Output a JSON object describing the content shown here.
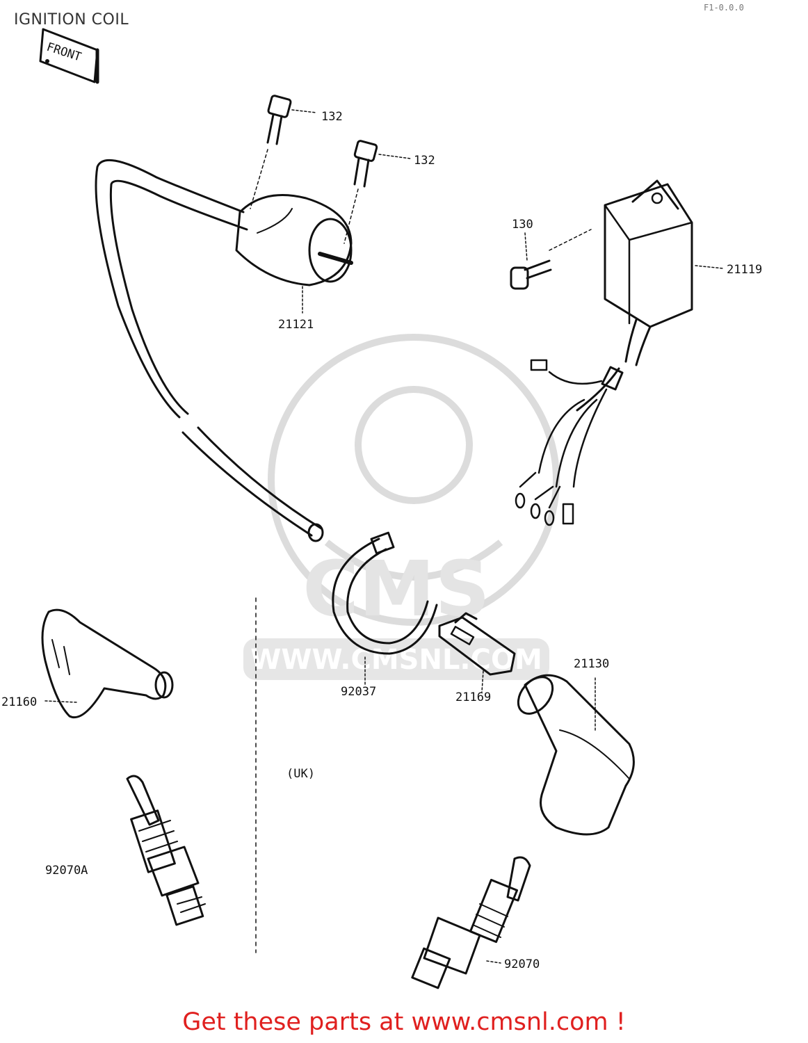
{
  "header": {
    "title": "IGNITION COIL",
    "corner_code": "F1-0.0.0"
  },
  "front_marker": "FRONT",
  "watermark": {
    "brand": "CMS",
    "url": "WWW.CMSNL.COM"
  },
  "parts": {
    "bolt_upper": "132",
    "bolt_lower": "132",
    "coil": "21121",
    "screw": "130",
    "igniter": "21119",
    "band": "92037",
    "clamp": "21169",
    "cap_right": "21130",
    "cap_left": "21160",
    "plug_left": "92070A",
    "plug_right": "92070"
  },
  "region_label": "(UK)",
  "footer": {
    "text": "Get these parts at www.cmsnl.com !"
  },
  "colors": {
    "footer": "#e0201f",
    "ink": "#111111",
    "watermark": "#dcdcdc"
  }
}
